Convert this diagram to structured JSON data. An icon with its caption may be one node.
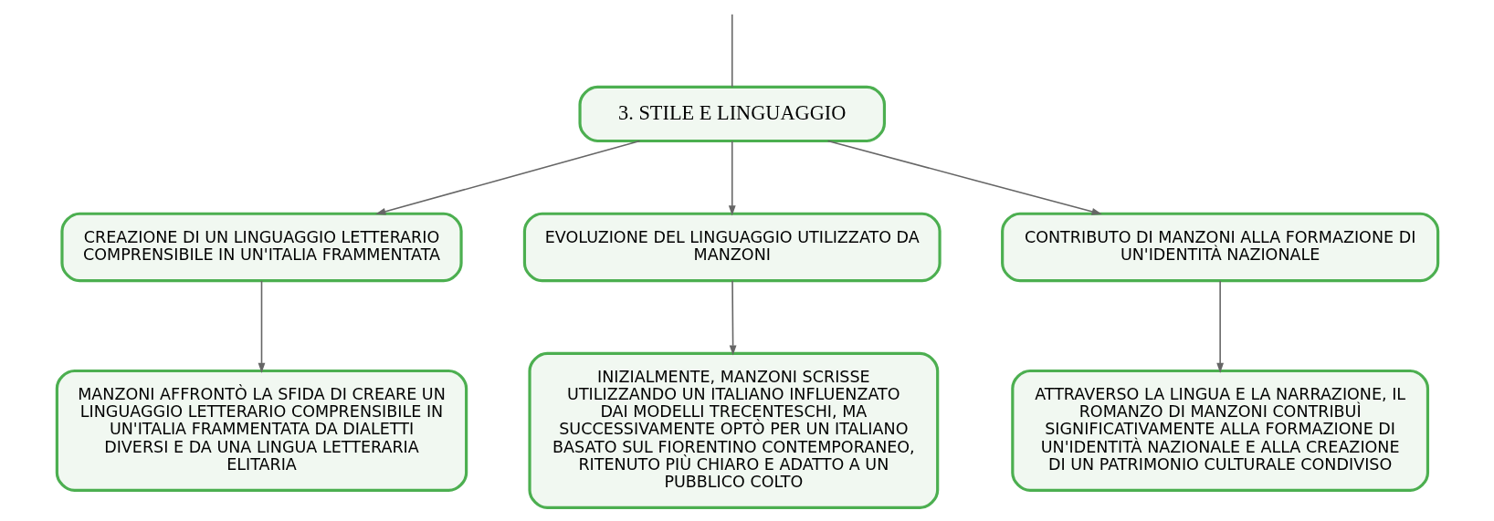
{
  "diagram": {
    "nodes": [
      {
        "text": [
          "3. STILE E LINGUAGGIO"
        ]
      },
      {
        "text": [
          "CREAZIONE DI UN LINGUAGGIO LETTERARIO COMPRENSIBILE IN UN'ITALIA FRAMMENTATA"
        ]
      },
      {
        "text": [
          "EVOLUZIONE DEL LINGUAGGIO UTILIZZATO DA MANZONI"
        ]
      },
      {
        "text": [
          "CONTRIBUTO DI MANZONI ALLA FORMAZIONE DI UN'IDENTITÀ NAZIONALE"
        ]
      },
      {
        "text": [
          "MANZONI AFFRONTÒ LA SFIDA DI CREARE UN LINGUAGGIO LETTERARIO COMPRENSIBILE IN UN'ITALIA FRAMMENTATA DA DIALETTI DIVERSI E DA UNA LINGUA LETTERARIA ELITARIA"
        ]
      },
      {
        "text": [
          "INIZIALMENTE, MANZONI SCRISSE UTILIZZANDO UN ITALIANO INFLUENZATO DAI MODELLI TRECENTESCHI, MA SUCCESSIVAMENTE OPTÒ PER UN ITALIANO BASATO SUL FIORENTINO CONTEMPORANEO, RITENUTO PIÙ CHIARO E ADATTO A UN PUBBLICO COLTO"
        ]
      },
      {
        "text": [
          "ATTRAVERSO LA LINGUA E LA NARRAZIONE, IL ROMANZO DI MANZONI CONTRIBUÌ SIGNIFICATIVAMENTE ALLA FORMAZIONE DI UN'IDENTITÀ NAZIONALE E ALLA CREAZIONE DI UN PATRIMONIO CULTURALE CONDIVISO"
        ]
      }
    ],
    "edges": [
      {
        "from": null,
        "to": 0,
        "arrow": "none"
      },
      {
        "from": 0,
        "to": 1,
        "arrow": "to"
      },
      {
        "from": 0,
        "to": 2,
        "arrow": "to"
      },
      {
        "from": 0,
        "to": 3,
        "arrow": "to"
      },
      {
        "from": 1,
        "to": 4,
        "arrow": "to"
      },
      {
        "from": 2,
        "to": 5,
        "arrow": "to"
      },
      {
        "from": 3,
        "to": 6,
        "arrow": "to"
      }
    ]
  }
}
